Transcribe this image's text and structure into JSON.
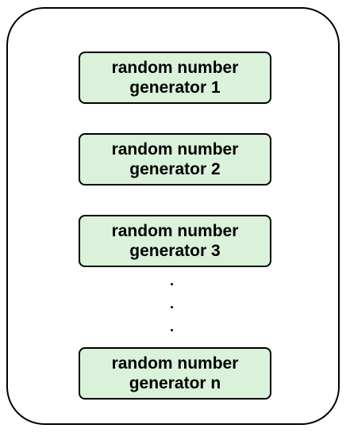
{
  "colors": {
    "box_fill": "#d9f2d9",
    "box_border": "#000000",
    "frame_border": "#000000",
    "text": "#000000"
  },
  "generators": [
    {
      "label": "random number\ngenerator 1"
    },
    {
      "label": "random number\ngenerator 2"
    },
    {
      "label": "random number\ngenerator 3"
    },
    {
      "label": "random number\ngenerator n"
    }
  ]
}
